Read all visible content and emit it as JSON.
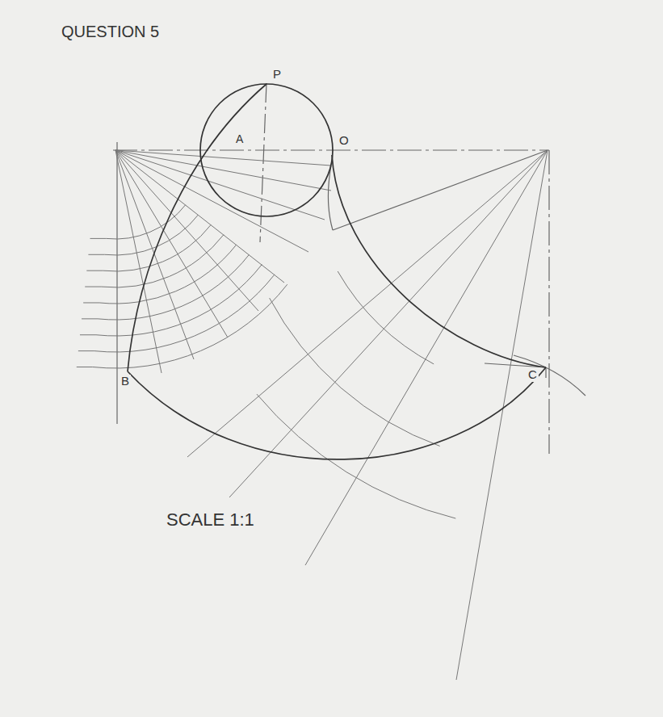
{
  "diagram": {
    "title": "QUESTION 5",
    "labels": [
      "P",
      "A",
      "O",
      "B",
      "C",
      "SCALE 1:1"
    ]
  }
}
